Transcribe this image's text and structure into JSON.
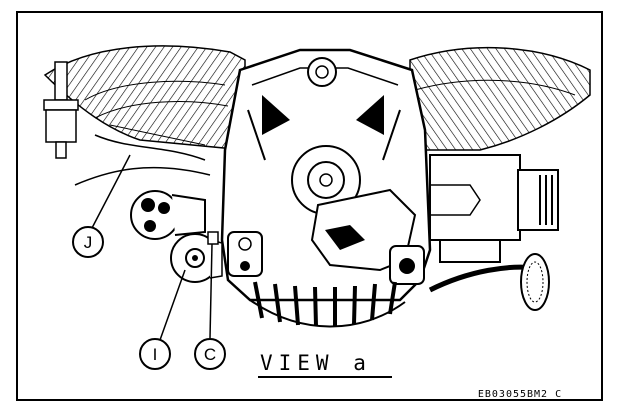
{
  "figure": {
    "callouts": [
      "J",
      "I",
      "C"
    ],
    "view_label": "VIEW a",
    "drawing_code": "EB03055BM2 C"
  }
}
